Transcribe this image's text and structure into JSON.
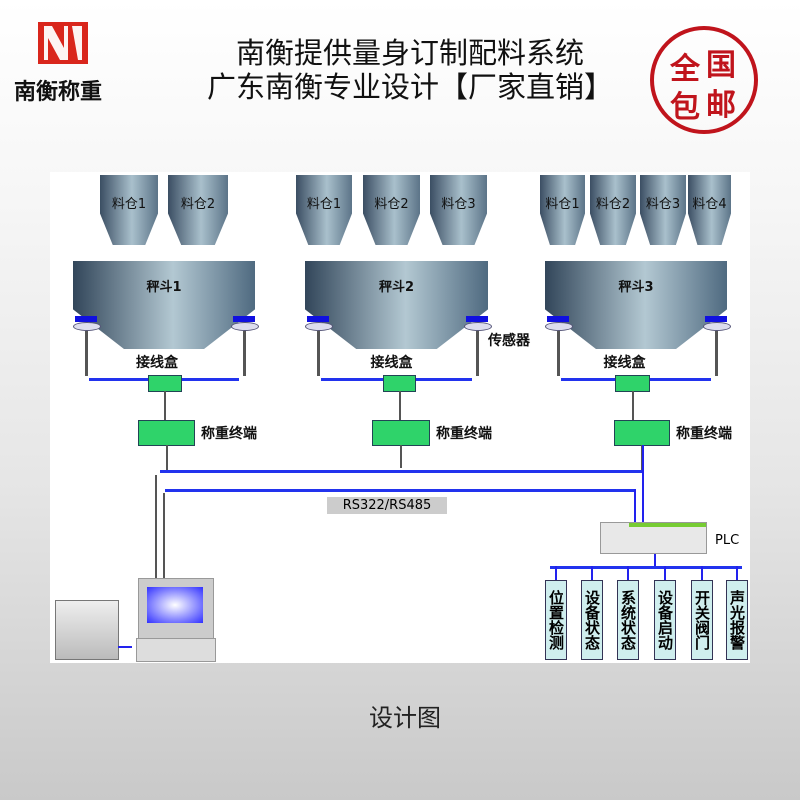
{
  "header": {
    "title_line1": "南衡提供量身订制配料系统",
    "title_line2": "广东南衡专业设计【厂家直销】",
    "logo_text": "南衡称重",
    "stamp_text": [
      "全",
      "国",
      "包",
      "邮"
    ]
  },
  "diagram": {
    "groups": [
      {
        "silos": [
          "料仓1",
          "料仓2"
        ],
        "hopper": "秤斗1"
      },
      {
        "silos": [
          "料仓1",
          "料仓2",
          "料仓3"
        ],
        "hopper": "秤斗2"
      },
      {
        "silos": [
          "料仓1",
          "料仓2",
          "料仓3",
          "料仓4"
        ],
        "hopper": "秤斗3"
      }
    ],
    "junction_label": "接线盒",
    "sensor_label": "传感器",
    "terminal_label": "称重终端",
    "bus_label": "RS322/RS485",
    "plc_label": "PLC",
    "outputs": [
      "位置检测",
      "设备状态",
      "系统状态",
      "设备启动",
      "开关阀门",
      "声光报警"
    ]
  },
  "caption": "设计图"
}
